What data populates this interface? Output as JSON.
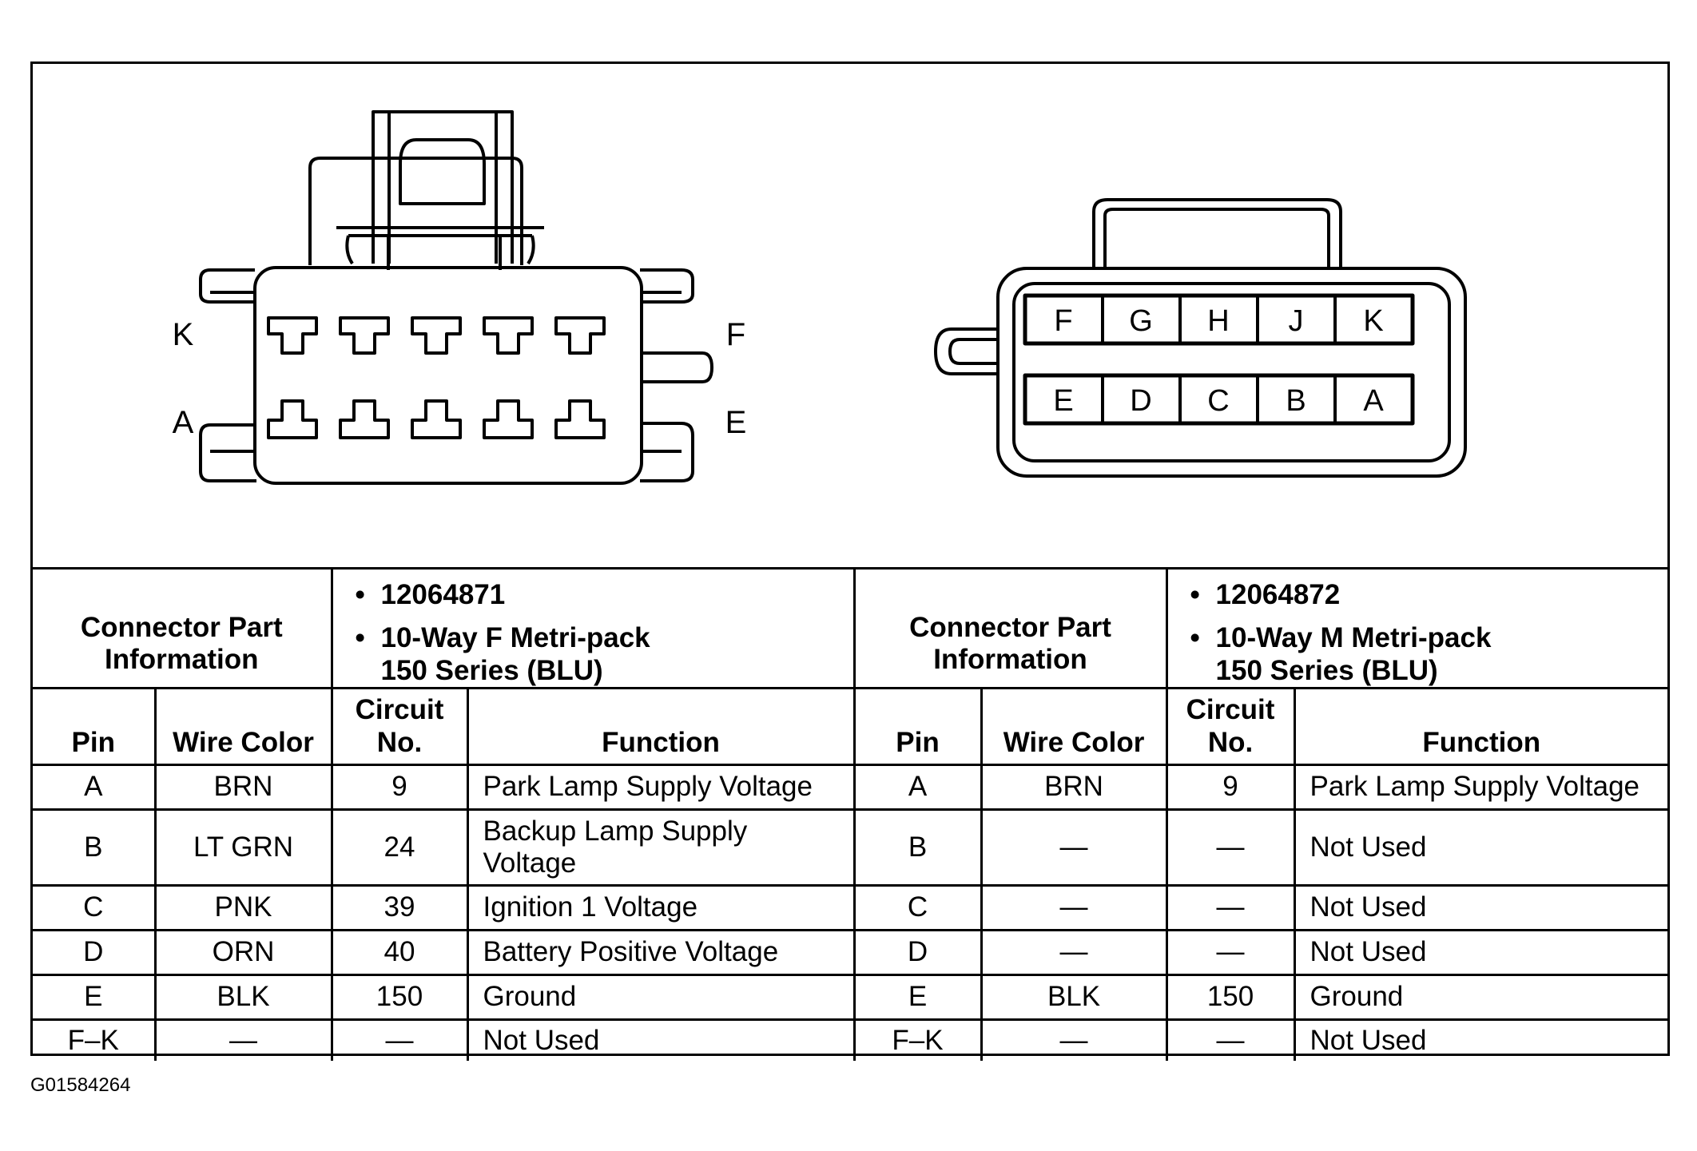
{
  "female_connector": {
    "labels": {
      "top_left": "K",
      "bottom_left": "A",
      "top_right": "F",
      "bottom_right": "E"
    }
  },
  "male_connector": {
    "top_row": [
      "F",
      "G",
      "H",
      "J",
      "K"
    ],
    "bottom_row": [
      "E",
      "D",
      "C",
      "B",
      "A"
    ]
  },
  "table": {
    "left": {
      "info_title": "Connector Part Information",
      "part_number": "12064871",
      "description_line1": "10-Way F Metri-pack",
      "description_line2": "150 Series (BLU)",
      "col_pin": "Pin",
      "col_wire_color": "Wire Color",
      "col_circuit": "Circuit No.",
      "col_function": "Function",
      "rows": [
        {
          "pin": "A",
          "wire": "BRN",
          "circuit": "9",
          "function": "Park Lamp Supply Voltage"
        },
        {
          "pin": "B",
          "wire": "LT GRN",
          "circuit": "24",
          "function": "Backup Lamp Supply Voltage"
        },
        {
          "pin": "C",
          "wire": "PNK",
          "circuit": "39",
          "function": "Ignition 1 Voltage"
        },
        {
          "pin": "D",
          "wire": "ORN",
          "circuit": "40",
          "function": "Battery Positive Voltage"
        },
        {
          "pin": "E",
          "wire": "BLK",
          "circuit": "150",
          "function": "Ground"
        },
        {
          "pin": "F–K",
          "wire": "—",
          "circuit": "—",
          "function": "Not Used"
        }
      ]
    },
    "right": {
      "info_title": "Connector Part Information",
      "part_number": "12064872",
      "description_line1": "10-Way M Metri-pack",
      "description_line2": "150 Series (BLU)",
      "col_pin": "Pin",
      "col_wire_color": "Wire Color",
      "col_circuit": "Circuit No.",
      "col_function": "Function",
      "rows": [
        {
          "pin": "A",
          "wire": "BRN",
          "circuit": "9",
          "function": "Park Lamp Supply Voltage"
        },
        {
          "pin": "B",
          "wire": "—",
          "circuit": "—",
          "function": "Not Used"
        },
        {
          "pin": "C",
          "wire": "—",
          "circuit": "—",
          "function": "Not Used"
        },
        {
          "pin": "D",
          "wire": "—",
          "circuit": "—",
          "function": "Not Used"
        },
        {
          "pin": "E",
          "wire": "BLK",
          "circuit": "150",
          "function": "Ground"
        },
        {
          "pin": "F–K",
          "wire": "—",
          "circuit": "—",
          "function": "Not Used"
        }
      ]
    }
  },
  "figure_id": "G01584264"
}
